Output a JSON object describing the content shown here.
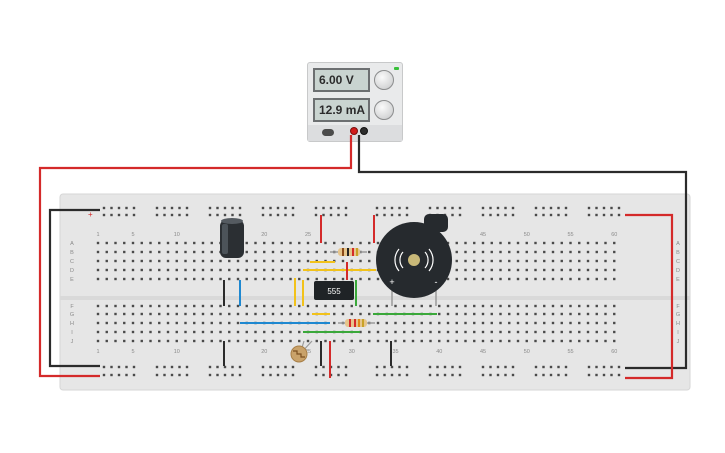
{
  "power_supply": {
    "voltage": "6.00 V",
    "current": "12.9 mA"
  },
  "breadboard": {
    "columns_top": [
      "1",
      "5",
      "10",
      "20",
      "25",
      "45",
      "50",
      "55",
      "60"
    ],
    "columns_bottom": [
      "1",
      "5",
      "10",
      "20",
      "25",
      "30",
      "35",
      "40",
      "45",
      "50",
      "55",
      "60"
    ],
    "rows_top": [
      "A",
      "B",
      "C",
      "D",
      "E"
    ],
    "rows_bottom": [
      "F",
      "G",
      "H",
      "I",
      "J"
    ],
    "rail_plus": "+",
    "rail_minus": "-"
  },
  "ic": {
    "label": "555"
  },
  "buzzer": {
    "plus": "+",
    "minus": "-"
  },
  "colors": {
    "wire_red": "#d42a2a",
    "wire_black": "#2b2b2b",
    "wire_blue": "#1e88d0",
    "wire_yellow": "#f2c21a",
    "wire_green": "#3aa83a",
    "board": "#e6e6e6"
  }
}
